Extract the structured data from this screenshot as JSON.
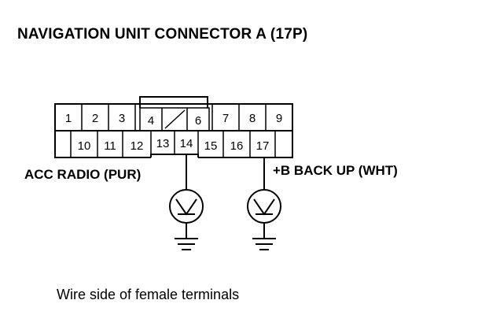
{
  "title": "NAVIGATION UNIT CONNECTOR A (17P)",
  "connector": {
    "pins_top": [
      "1",
      "2",
      "3",
      "4",
      "6",
      "7",
      "8",
      "9"
    ],
    "pins_bottom": [
      "10",
      "11",
      "12",
      "13",
      "14",
      "15",
      "16",
      "17"
    ]
  },
  "wires": {
    "acc": {
      "label": "ACC RADIO (PUR)",
      "pin": "14"
    },
    "backup": {
      "label": "+B BACK UP (WHT)",
      "pin": "17"
    }
  },
  "footer": "Wire side of female terminals"
}
